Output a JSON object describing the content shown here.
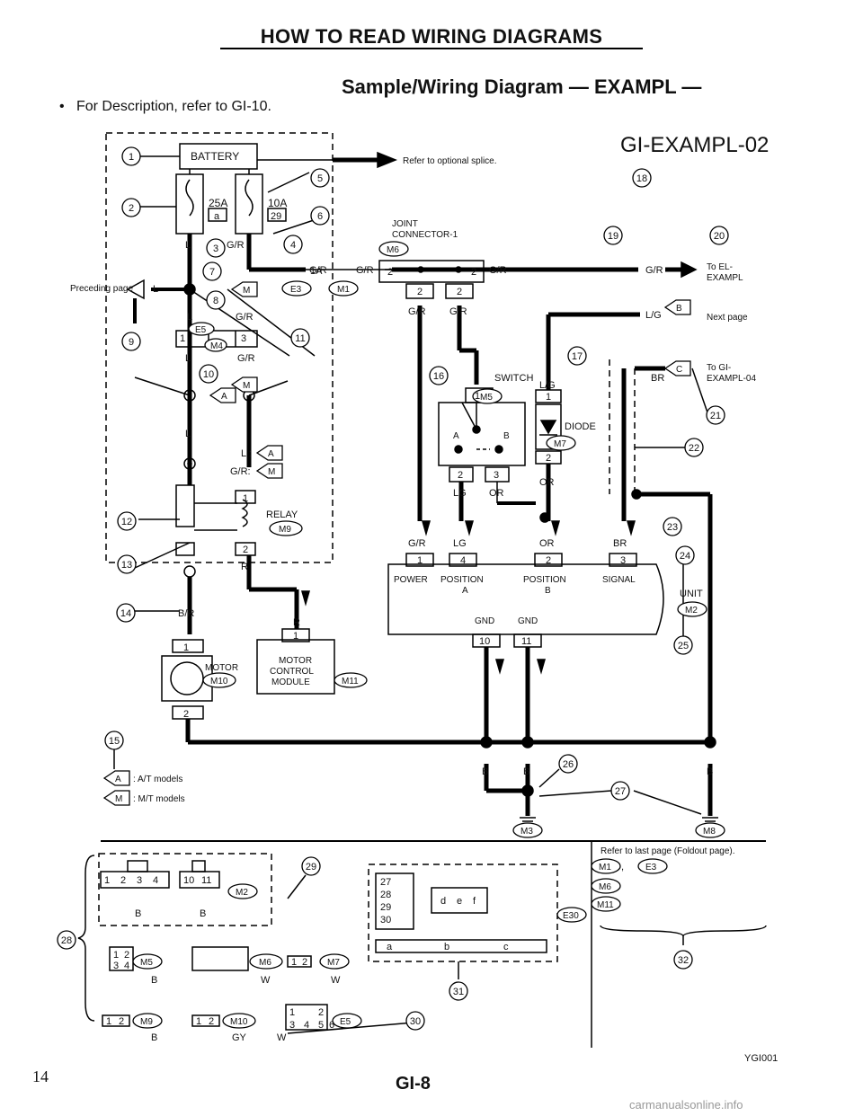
{
  "header": {
    "title": "HOW TO READ WIRING DIAGRAMS",
    "subtitle": "Sample/Wiring Diagram — EXAMPL —",
    "description": "For Description, refer to GI-10.",
    "diagram_code": "GI-EXAMPL-02"
  },
  "footer": {
    "page_number_left": "14",
    "page_code": "GI-8",
    "image_id": "YGI001",
    "watermark": "carmanualsonline.info"
  },
  "labels": {
    "battery": "BATTERY",
    "fuse_25a": "25A",
    "fuse_10a": "10A",
    "fuse_a": "a",
    "fuse_29": "29",
    "preceding_page": "Preceding page",
    "refer_optional_splice": "Refer to optional splice.",
    "joint_connector_1": "JOINT",
    "joint_connector_2": "CONNECTOR-1",
    "switch": "SWITCH",
    "diode": "DIODE",
    "relay": "RELAY",
    "motor": "MOTOR",
    "motor_control_1": "MOTOR",
    "motor_control_2": "CONTROL",
    "motor_control_3": "MODULE",
    "unit": "UNIT",
    "to_el_1": "To EL-",
    "to_el_2": "EXAMPL",
    "next_page": "Next page",
    "to_gi_1": "To GI-",
    "to_gi_2": "EXAMPL-04",
    "power": "POWER",
    "position_a_1": "POSITION",
    "position_a_2": "A",
    "position_b_1": "POSITION",
    "position_b_2": "B",
    "signal": "SIGNAL",
    "gnd1": "GND",
    "gnd2": "GND",
    "at_models": ": A/T models",
    "mt_models": ": M/T models",
    "refer_last_page": "Refer to last page (Foldout page).",
    "pos_a": "A",
    "pos_b": "B",
    "opt_a": "A",
    "opt_m": "M",
    "sep_comma": ","
  },
  "wire_colors": {
    "l": "L",
    "gr": "G/R",
    "b": "B",
    "br_wire": "B/R",
    "r": "R",
    "lg": "LG",
    "or": "OR",
    "ug": "L/G",
    "brown": "BR",
    "w": "W",
    "gy": "GY",
    "l_colon": "L :",
    "gr_colon": "G/R:"
  },
  "connectors": {
    "m6": "M6",
    "e3": "E3",
    "m1": "M1",
    "m5": "M5",
    "m7": "M7",
    "m4": "M4",
    "e5": "E5",
    "m9": "M9",
    "m10": "M10",
    "m11": "M11",
    "m2": "M2",
    "m3": "M3",
    "m8": "M8",
    "e30": "E30",
    "a": "A",
    "m": "M",
    "b": "B",
    "c": "C"
  },
  "pins": {
    "p1": "1",
    "p2": "2",
    "p3": "3",
    "p4": "4",
    "p10": "10",
    "p11": "11",
    "p1a": "1A",
    "p27": "27",
    "p28": "28",
    "p29": "29",
    "p30": "30",
    "pa": "a",
    "pb": "b",
    "pc": "c",
    "pd": "d",
    "pe": "e",
    "pf": "f",
    "p5": "5",
    "p6": "6"
  },
  "callouts": [
    "1",
    "2",
    "3",
    "4",
    "5",
    "6",
    "7",
    "8",
    "9",
    "10",
    "11",
    "12",
    "13",
    "14",
    "15",
    "16",
    "17",
    "18",
    "19",
    "20",
    "21",
    "22",
    "23",
    "24",
    "25",
    "26",
    "27",
    "28",
    "29",
    "30",
    "31",
    "32"
  ]
}
